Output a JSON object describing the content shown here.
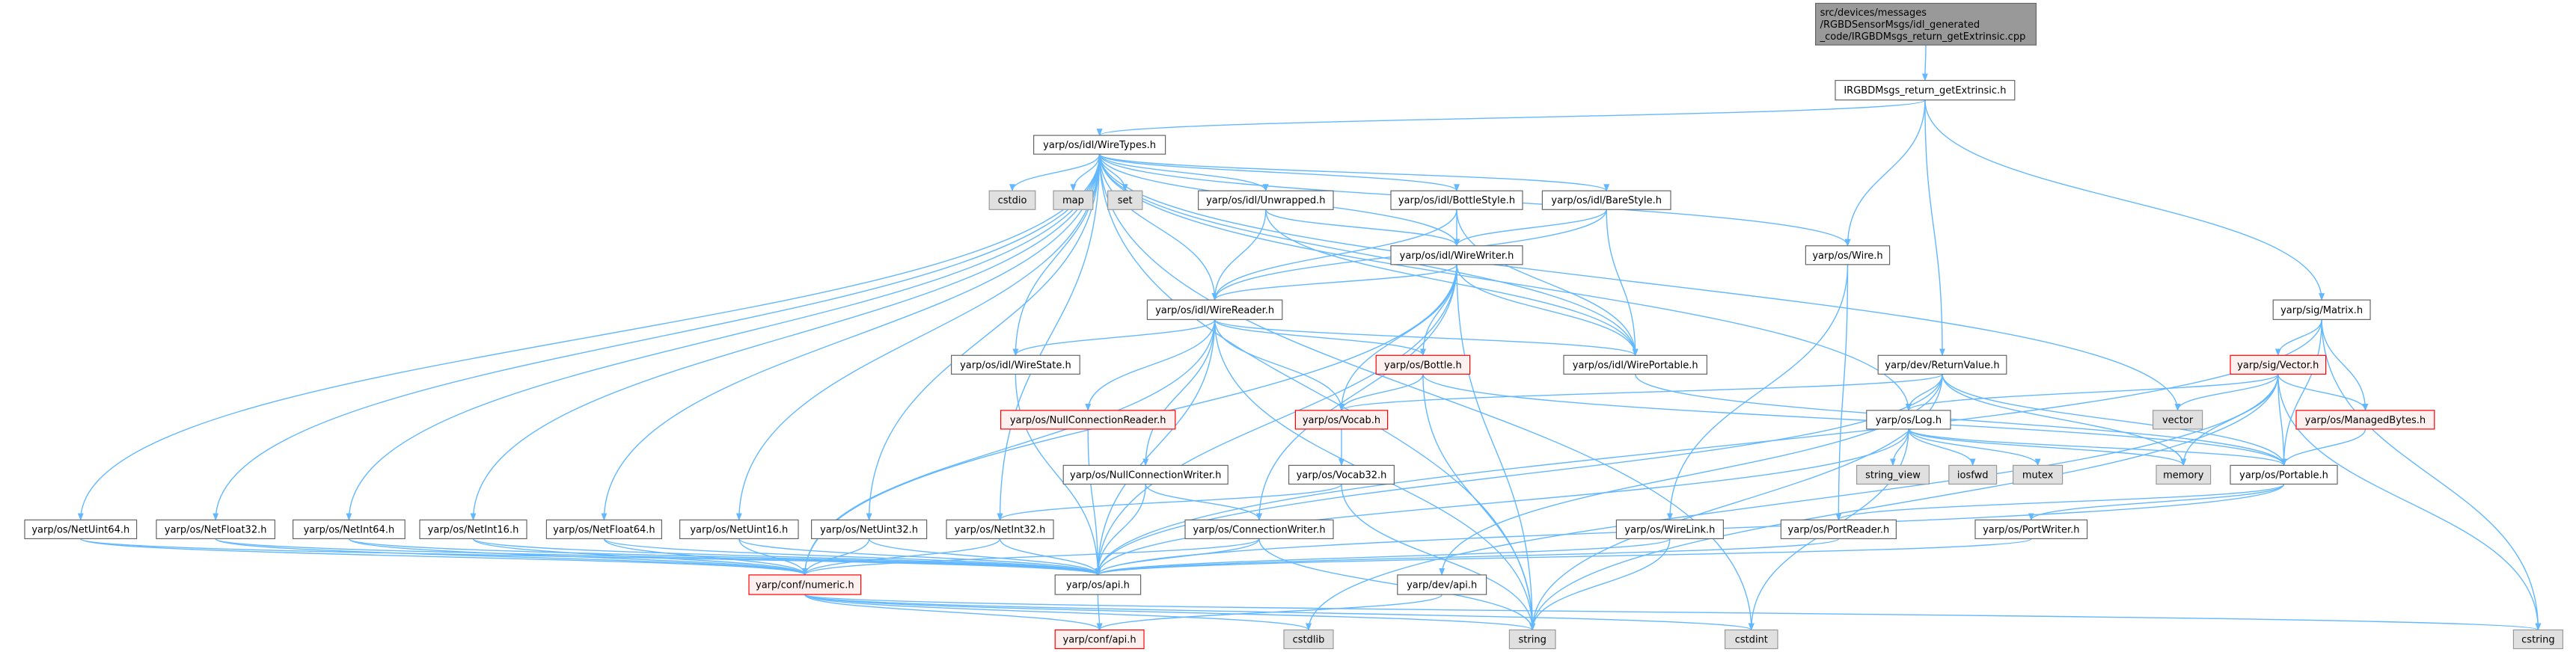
{
  "nodes": [
    {
      "id": "root",
      "kind": "root",
      "label": [
        "src/devices/messages",
        "/RGBDSensorMsgs/idl_generated",
        "_code/IRGBDMsgs_return_getExtrinsic.cpp"
      ]
    },
    {
      "id": "irgbd",
      "kind": "normal",
      "label": [
        "IRGBDMsgs_return_getExtrinsic.h"
      ]
    },
    {
      "id": "wiretypes",
      "kind": "normal",
      "label": [
        "yarp/os/idl/WireTypes.h"
      ]
    },
    {
      "id": "cstdio",
      "kind": "gray",
      "label": [
        "cstdio"
      ]
    },
    {
      "id": "map",
      "kind": "gray",
      "label": [
        "map"
      ]
    },
    {
      "id": "set",
      "kind": "gray",
      "label": [
        "set"
      ]
    },
    {
      "id": "unwrapped",
      "kind": "normal",
      "label": [
        "yarp/os/idl/Unwrapped.h"
      ]
    },
    {
      "id": "bottlestyle",
      "kind": "normal",
      "label": [
        "yarp/os/idl/BottleStyle.h"
      ]
    },
    {
      "id": "barestyle",
      "kind": "normal",
      "label": [
        "yarp/os/idl/BareStyle.h"
      ]
    },
    {
      "id": "wirewriter",
      "kind": "normal",
      "label": [
        "yarp/os/idl/WireWriter.h"
      ]
    },
    {
      "id": "wire",
      "kind": "normal",
      "label": [
        "yarp/os/Wire.h"
      ]
    },
    {
      "id": "wirereader",
      "kind": "normal",
      "label": [
        "yarp/os/idl/WireReader.h"
      ]
    },
    {
      "id": "matrix",
      "kind": "normal",
      "label": [
        "yarp/sig/Matrix.h"
      ]
    },
    {
      "id": "wirestate",
      "kind": "normal",
      "label": [
        "yarp/os/idl/WireState.h"
      ]
    },
    {
      "id": "bottle",
      "kind": "red",
      "label": [
        "yarp/os/Bottle.h"
      ]
    },
    {
      "id": "wireportable",
      "kind": "normal",
      "label": [
        "yarp/os/idl/WirePortable.h"
      ]
    },
    {
      "id": "returnvalue",
      "kind": "normal",
      "label": [
        "yarp/dev/ReturnValue.h"
      ]
    },
    {
      "id": "vector_h",
      "kind": "red",
      "label": [
        "yarp/sig/Vector.h"
      ]
    },
    {
      "id": "nullconnreader",
      "kind": "red",
      "label": [
        "yarp/os/NullConnectionReader.h"
      ]
    },
    {
      "id": "vocab",
      "kind": "red",
      "label": [
        "yarp/os/Vocab.h"
      ]
    },
    {
      "id": "log",
      "kind": "normal",
      "label": [
        "yarp/os/Log.h"
      ]
    },
    {
      "id": "vector",
      "kind": "gray",
      "label": [
        "vector"
      ]
    },
    {
      "id": "managedbytes",
      "kind": "red",
      "label": [
        "yarp/os/ManagedBytes.h"
      ]
    },
    {
      "id": "nullconnwriter",
      "kind": "normal",
      "label": [
        "yarp/os/NullConnectionWriter.h"
      ]
    },
    {
      "id": "vocab32",
      "kind": "normal",
      "label": [
        "yarp/os/Vocab32.h"
      ]
    },
    {
      "id": "string_view",
      "kind": "gray",
      "label": [
        "string_view"
      ]
    },
    {
      "id": "iosfwd",
      "kind": "gray",
      "label": [
        "iosfwd"
      ]
    },
    {
      "id": "mutex",
      "kind": "gray",
      "label": [
        "mutex"
      ]
    },
    {
      "id": "memory",
      "kind": "gray",
      "label": [
        "memory"
      ]
    },
    {
      "id": "portable",
      "kind": "normal",
      "label": [
        "yarp/os/Portable.h"
      ]
    },
    {
      "id": "netuint64",
      "kind": "normal",
      "label": [
        "yarp/os/NetUint64.h"
      ]
    },
    {
      "id": "netfloat32",
      "kind": "normal",
      "label": [
        "yarp/os/NetFloat32.h"
      ]
    },
    {
      "id": "netint64",
      "kind": "normal",
      "label": [
        "yarp/os/NetInt64.h"
      ]
    },
    {
      "id": "netint16",
      "kind": "normal",
      "label": [
        "yarp/os/NetInt16.h"
      ]
    },
    {
      "id": "netfloat64",
      "kind": "normal",
      "label": [
        "yarp/os/NetFloat64.h"
      ]
    },
    {
      "id": "netuint16",
      "kind": "normal",
      "label": [
        "yarp/os/NetUint16.h"
      ]
    },
    {
      "id": "netuint32",
      "kind": "normal",
      "label": [
        "yarp/os/NetUint32.h"
      ]
    },
    {
      "id": "netint32",
      "kind": "normal",
      "label": [
        "yarp/os/NetInt32.h"
      ]
    },
    {
      "id": "connwriter",
      "kind": "normal",
      "label": [
        "yarp/os/ConnectionWriter.h"
      ]
    },
    {
      "id": "wirelink",
      "kind": "normal",
      "label": [
        "yarp/os/WireLink.h"
      ]
    },
    {
      "id": "portreader",
      "kind": "normal",
      "label": [
        "yarp/os/PortReader.h"
      ]
    },
    {
      "id": "portwriter",
      "kind": "normal",
      "label": [
        "yarp/os/PortWriter.h"
      ]
    },
    {
      "id": "numeric",
      "kind": "red",
      "label": [
        "yarp/conf/numeric.h"
      ]
    },
    {
      "id": "osapi",
      "kind": "normal",
      "label": [
        "yarp/os/api.h"
      ]
    },
    {
      "id": "devapi",
      "kind": "normal",
      "label": [
        "yarp/dev/api.h"
      ]
    },
    {
      "id": "confapi",
      "kind": "red",
      "label": [
        "yarp/conf/api.h"
      ]
    },
    {
      "id": "cstdlib",
      "kind": "gray",
      "label": [
        "cstdlib"
      ]
    },
    {
      "id": "string",
      "kind": "gray",
      "label": [
        "string"
      ]
    },
    {
      "id": "cstdint",
      "kind": "gray",
      "label": [
        "cstdint"
      ]
    },
    {
      "id": "cstring",
      "kind": "gray",
      "label": [
        "cstring"
      ]
    }
  ],
  "edges": [
    [
      "root",
      "irgbd"
    ],
    [
      "irgbd",
      "wiretypes"
    ],
    [
      "irgbd",
      "wire"
    ],
    [
      "irgbd",
      "returnvalue"
    ],
    [
      "irgbd",
      "matrix"
    ],
    [
      "wiretypes",
      "cstdio"
    ],
    [
      "wiretypes",
      "map"
    ],
    [
      "wiretypes",
      "set"
    ],
    [
      "wiretypes",
      "unwrapped"
    ],
    [
      "wiretypes",
      "bottlestyle"
    ],
    [
      "wiretypes",
      "barestyle"
    ],
    [
      "wiretypes",
      "wirewriter"
    ],
    [
      "wiretypes",
      "wirereader"
    ],
    [
      "wiretypes",
      "wirestate"
    ],
    [
      "wiretypes",
      "wireportable"
    ],
    [
      "wiretypes",
      "wire"
    ],
    [
      "wiretypes",
      "vector"
    ],
    [
      "wiretypes",
      "string"
    ],
    [
      "wiretypes",
      "cstdint"
    ],
    [
      "wiretypes",
      "log"
    ],
    [
      "wiretypes",
      "netuint64"
    ],
    [
      "wiretypes",
      "netfloat32"
    ],
    [
      "wiretypes",
      "netint64"
    ],
    [
      "wiretypes",
      "netint16"
    ],
    [
      "wiretypes",
      "netfloat64"
    ],
    [
      "wiretypes",
      "netuint16"
    ],
    [
      "wiretypes",
      "netuint32"
    ],
    [
      "wiretypes",
      "netint32"
    ],
    [
      "unwrapped",
      "wirewriter"
    ],
    [
      "unwrapped",
      "wirereader"
    ],
    [
      "unwrapped",
      "wireportable"
    ],
    [
      "bottlestyle",
      "wirewriter"
    ],
    [
      "bottlestyle",
      "wirereader"
    ],
    [
      "bottlestyle",
      "wireportable"
    ],
    [
      "barestyle",
      "wirewriter"
    ],
    [
      "barestyle",
      "wirereader"
    ],
    [
      "barestyle",
      "wireportable"
    ],
    [
      "wirewriter",
      "wirereader"
    ],
    [
      "wirewriter",
      "wireportable"
    ],
    [
      "wirewriter",
      "bottle"
    ],
    [
      "wirewriter",
      "vocab"
    ],
    [
      "wirewriter",
      "string"
    ],
    [
      "wirewriter",
      "osapi"
    ],
    [
      "wirewriter",
      "connwriter"
    ],
    [
      "wirewriter",
      "numeric"
    ],
    [
      "wirereader",
      "wirestate"
    ],
    [
      "wirereader",
      "wireportable"
    ],
    [
      "wirereader",
      "bottle"
    ],
    [
      "wirereader",
      "vocab"
    ],
    [
      "wirereader",
      "nullconnreader"
    ],
    [
      "wirereader",
      "nullconnwriter"
    ],
    [
      "wirereader",
      "string"
    ],
    [
      "wirereader",
      "osapi"
    ],
    [
      "wirereader",
      "numeric"
    ],
    [
      "wire",
      "wirelink"
    ],
    [
      "wire",
      "portreader"
    ],
    [
      "wirestate",
      "osapi"
    ],
    [
      "bottle",
      "vocab"
    ],
    [
      "bottle",
      "string"
    ],
    [
      "bottle",
      "portable"
    ],
    [
      "wireportable",
      "portable"
    ],
    [
      "returnvalue",
      "log"
    ],
    [
      "returnvalue",
      "vocab"
    ],
    [
      "returnvalue",
      "portable"
    ],
    [
      "returnvalue",
      "memory"
    ],
    [
      "returnvalue",
      "osapi"
    ],
    [
      "returnvalue",
      "devapi"
    ],
    [
      "returnvalue",
      "string"
    ],
    [
      "matrix",
      "vector_h"
    ],
    [
      "matrix",
      "managedbytes"
    ],
    [
      "matrix",
      "portable"
    ],
    [
      "matrix",
      "cstring"
    ],
    [
      "matrix",
      "osapi"
    ],
    [
      "vector_h",
      "log"
    ],
    [
      "vector_h",
      "vector"
    ],
    [
      "vector_h",
      "managedbytes"
    ],
    [
      "vector_h",
      "portable"
    ],
    [
      "vector_h",
      "memory"
    ],
    [
      "vector_h",
      "cstring"
    ],
    [
      "vector_h",
      "string"
    ],
    [
      "vector_h",
      "cstdlib"
    ],
    [
      "nullconnreader",
      "osapi"
    ],
    [
      "vocab",
      "vocab32"
    ],
    [
      "vocab32",
      "netint32"
    ],
    [
      "vocab32",
      "string"
    ],
    [
      "log",
      "string_view"
    ],
    [
      "log",
      "iosfwd"
    ],
    [
      "log",
      "mutex"
    ],
    [
      "log",
      "memory"
    ],
    [
      "log",
      "portable"
    ],
    [
      "log",
      "osapi"
    ],
    [
      "log",
      "cstdint"
    ],
    [
      "managedbytes",
      "portable"
    ],
    [
      "nullconnwriter",
      "connwriter"
    ],
    [
      "nullconnwriter",
      "osapi"
    ],
    [
      "portable",
      "portreader"
    ],
    [
      "portable",
      "portwriter"
    ],
    [
      "portable",
      "osapi"
    ],
    [
      "netuint64",
      "numeric"
    ],
    [
      "netuint64",
      "osapi"
    ],
    [
      "netfloat32",
      "numeric"
    ],
    [
      "netfloat32",
      "osapi"
    ],
    [
      "netint64",
      "numeric"
    ],
    [
      "netint64",
      "osapi"
    ],
    [
      "netint16",
      "numeric"
    ],
    [
      "netint16",
      "osapi"
    ],
    [
      "netfloat64",
      "numeric"
    ],
    [
      "netfloat64",
      "osapi"
    ],
    [
      "netuint16",
      "numeric"
    ],
    [
      "netuint16",
      "osapi"
    ],
    [
      "netuint32",
      "numeric"
    ],
    [
      "netuint32",
      "osapi"
    ],
    [
      "netint32",
      "numeric"
    ],
    [
      "netint32",
      "osapi"
    ],
    [
      "connwriter",
      "osapi"
    ],
    [
      "connwriter",
      "numeric"
    ],
    [
      "connwriter",
      "string"
    ],
    [
      "wirelink",
      "osapi"
    ],
    [
      "wirelink",
      "string"
    ],
    [
      "portreader",
      "osapi"
    ],
    [
      "portwriter",
      "osapi"
    ],
    [
      "numeric",
      "confapi"
    ],
    [
      "numeric",
      "cstdlib"
    ],
    [
      "numeric",
      "string"
    ],
    [
      "numeric",
      "cstdint"
    ],
    [
      "numeric",
      "cstring"
    ],
    [
      "osapi",
      "confapi"
    ],
    [
      "devapi",
      "confapi"
    ]
  ],
  "colors": {
    "edge": "#63b8ff",
    "root_fill": "#999999",
    "gray_fill": "#e0e0e0",
    "red_border": "#ff0000"
  }
}
